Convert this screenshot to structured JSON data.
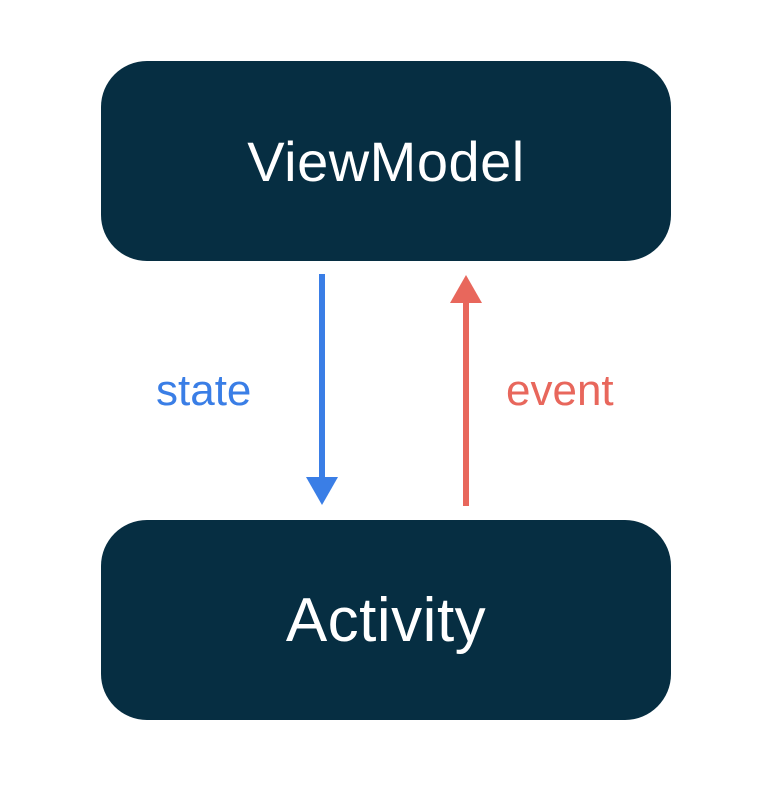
{
  "colors": {
    "node_fill": "#062e42",
    "node_text": "#ffffff",
    "state_arrow": "#3a7ee6",
    "event_arrow": "#e8675c",
    "background": "#ffffff"
  },
  "nodes": {
    "top": {
      "label": "ViewModel"
    },
    "bottom": {
      "label": "Activity"
    }
  },
  "edges": {
    "state": {
      "label": "state",
      "from": "ViewModel",
      "to": "Activity"
    },
    "event": {
      "label": "event",
      "from": "Activity",
      "to": "ViewModel"
    }
  }
}
